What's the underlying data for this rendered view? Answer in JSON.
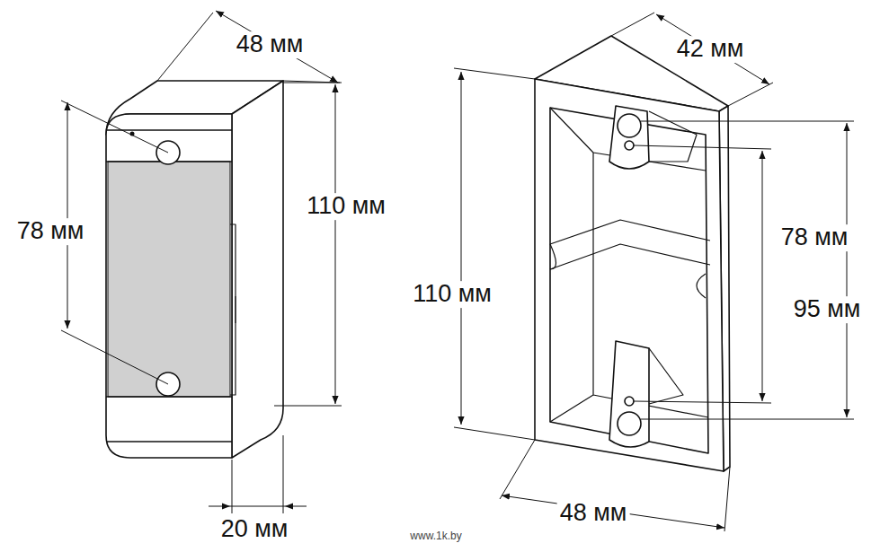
{
  "diagram": {
    "labels": [
      "48 мм",
      "78 мм",
      "110 мм",
      "20 мм",
      "42 мм",
      "110 мм",
      "78 мм",
      "95 мм",
      "48 мм",
      "www.1k.by"
    ]
  }
}
